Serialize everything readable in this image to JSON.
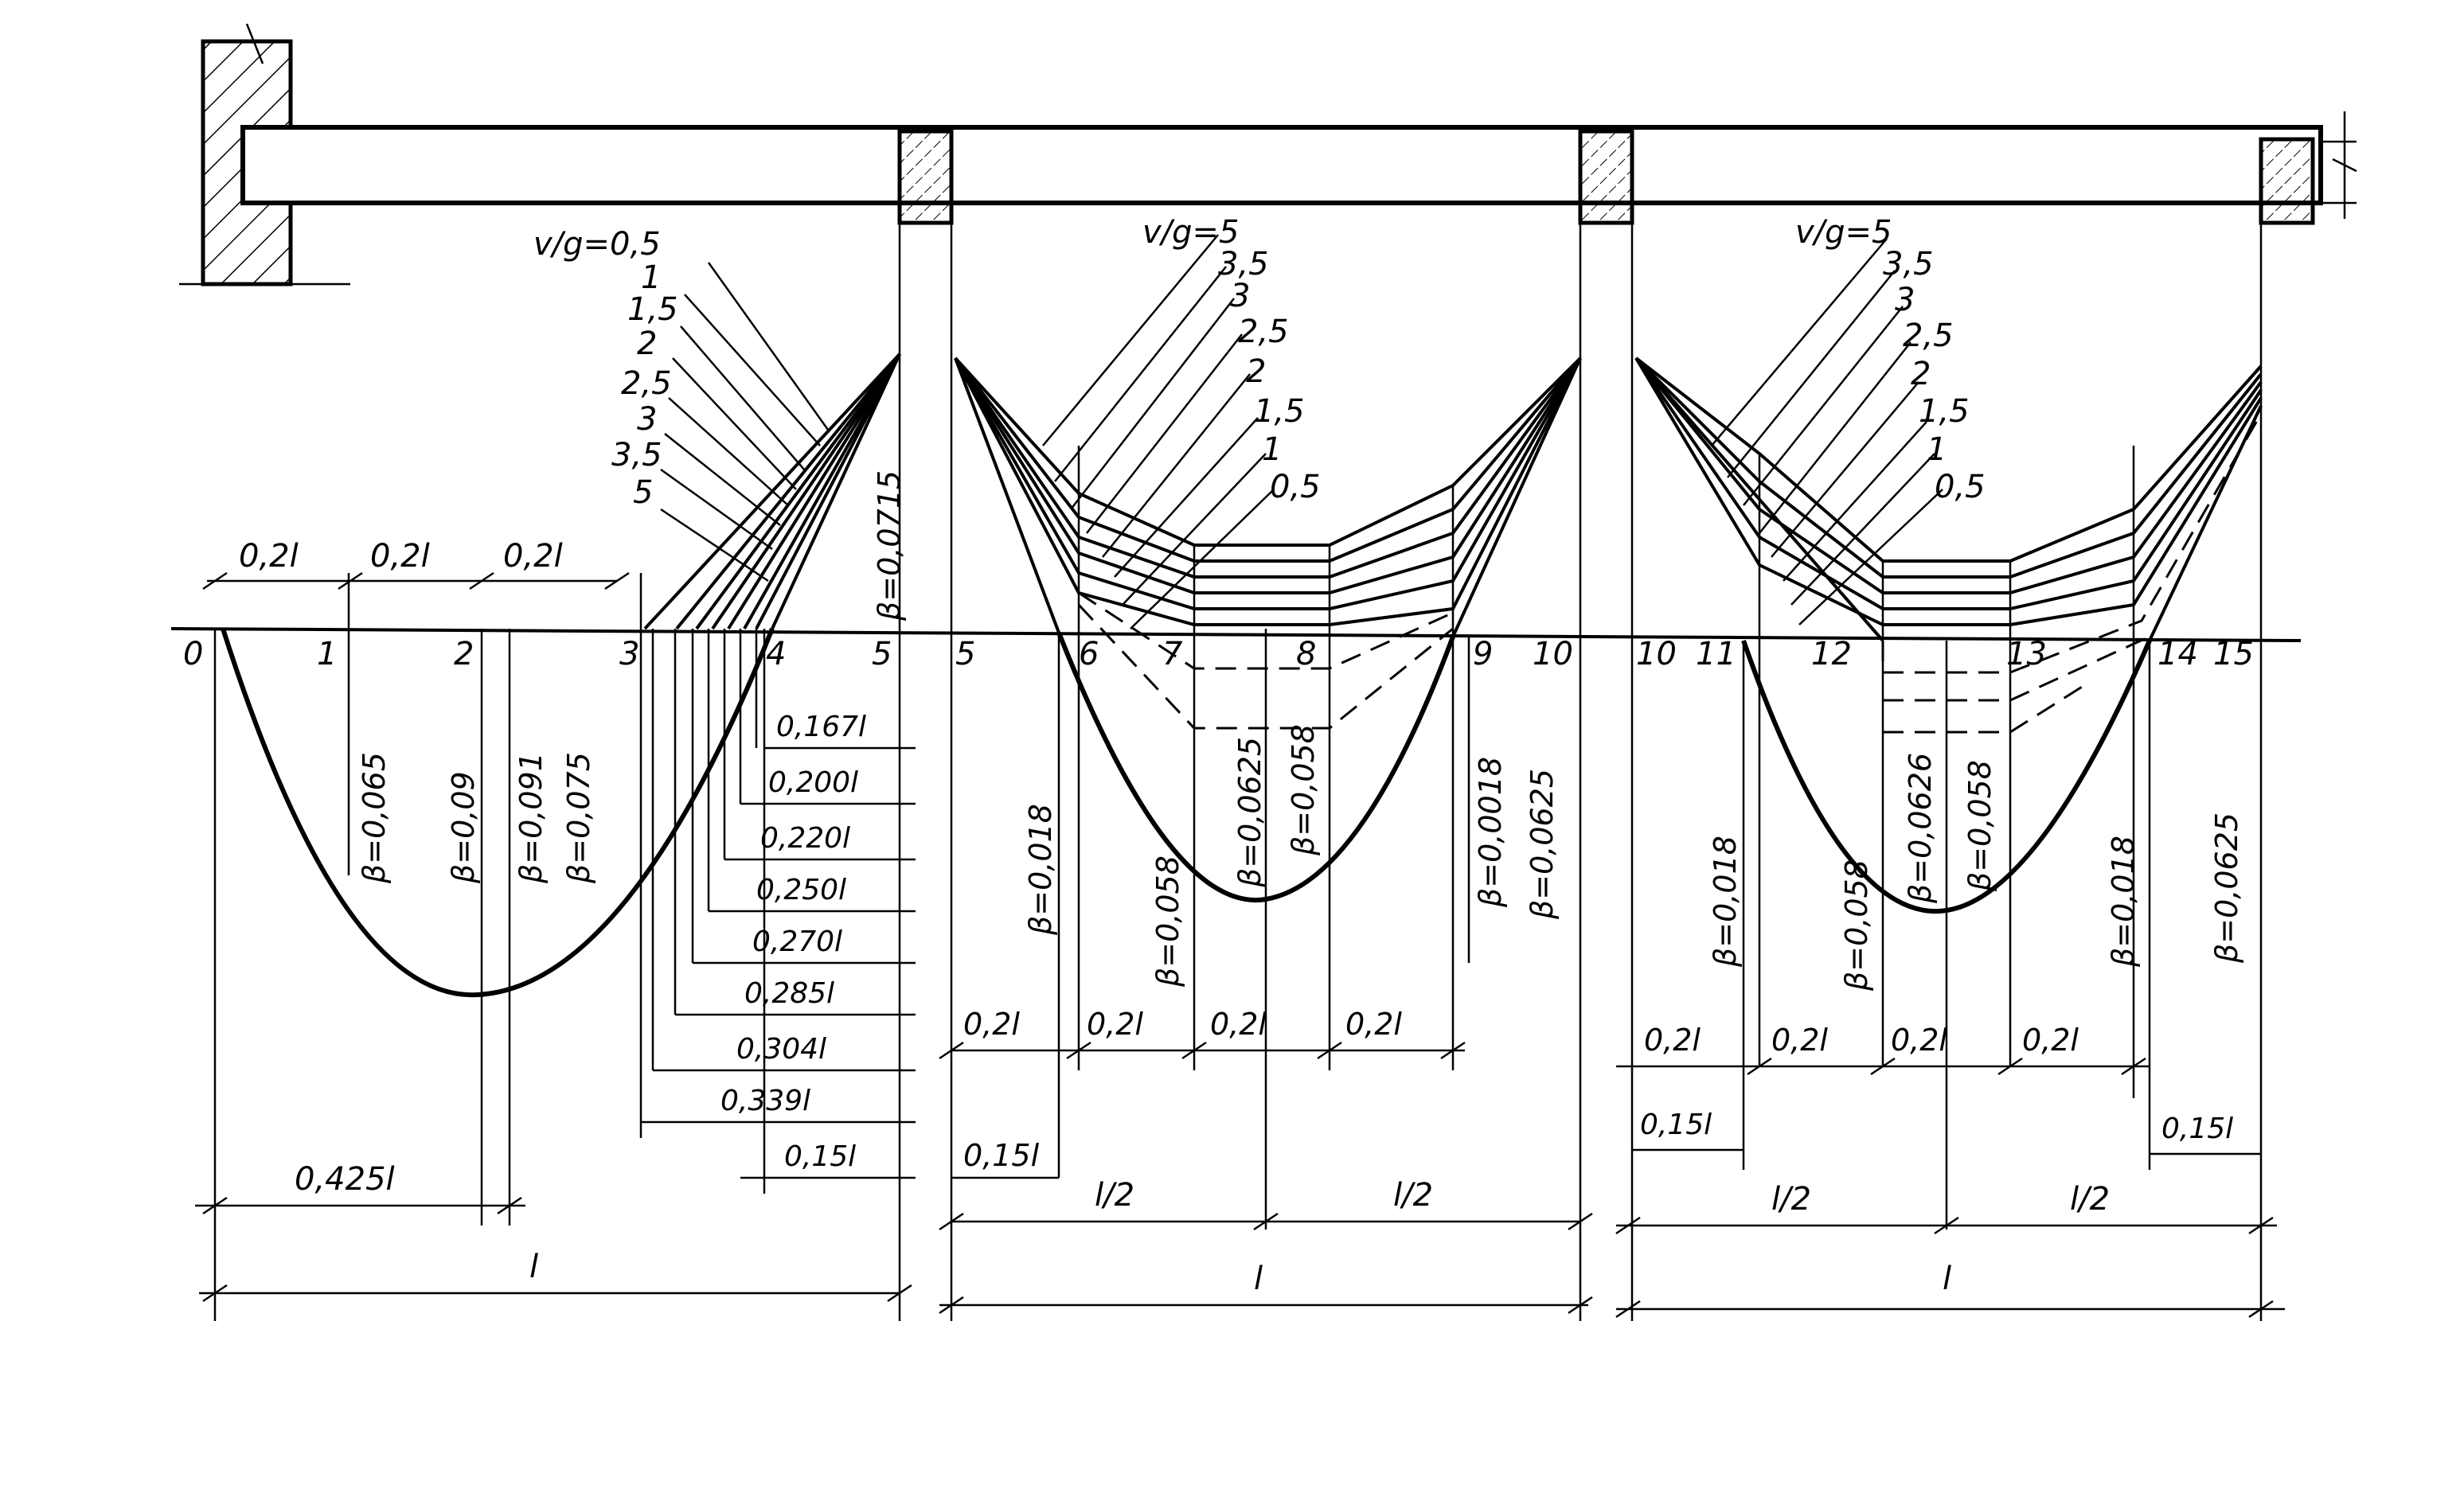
{
  "diagram": {
    "node_labels": [
      "0",
      "1",
      "2",
      "3",
      "4",
      "5",
      "5",
      "6",
      "7",
      "8",
      "9",
      "10",
      "10",
      "11",
      "12",
      "13",
      "14",
      "15"
    ],
    "ratio_labels": {
      "span1": [
        "v/g=0,5",
        "1",
        "1,5",
        "2",
        "2,5",
        "3",
        "3,5",
        "5"
      ],
      "span2": [
        "v/g=5",
        "3,5",
        "3",
        "2,5",
        "2",
        "1,5",
        "1",
        "0,5"
      ],
      "span3": [
        "v/g=5",
        "3,5",
        "3",
        "2,5",
        "2",
        "1,5",
        "1",
        "0,5"
      ]
    },
    "beta_labels": {
      "span1": [
        "β=0,065",
        "β=0,09",
        "β=0,091",
        "β=0,075",
        "β=0,0715"
      ],
      "span2": [
        "β=0,018",
        "β=0,058",
        "β=0,0625",
        "β=0,058",
        "β=0,0018",
        "β=0,0625"
      ],
      "span3": [
        "β=0,018",
        "β=0,058",
        "β=0,0626",
        "β=0,058",
        "β=0,018",
        "β=0,0625"
      ]
    },
    "dim_labels": {
      "span1_top": [
        "0,2l",
        "0,2l",
        "0,2l"
      ],
      "span1_stack": [
        "0,167l",
        "0,200l",
        "0,220l",
        "0,250l",
        "0,270l",
        "0,285l",
        "0,304l",
        "0,339l",
        "0,15l"
      ],
      "span1_bottom": [
        "0,425l",
        "l"
      ],
      "span2": [
        "0,2l",
        "0,2l",
        "0,2l",
        "0,2l",
        "0,15l",
        "l/2",
        "l/2",
        "l"
      ],
      "span3": [
        "0,2l",
        "0,2l",
        "0,2l",
        "0,2l",
        "0,15l",
        "0,15l",
        "l/2",
        "l/2",
        "l"
      ]
    }
  }
}
